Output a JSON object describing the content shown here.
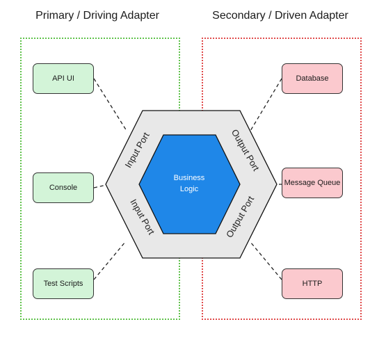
{
  "headings": {
    "primary": "Primary / Driving Adapter",
    "secondary": "Secondary / Driven Adapter"
  },
  "driving_adapters": [
    {
      "label": "API UI"
    },
    {
      "label": "Console"
    },
    {
      "label": "Test Scripts"
    }
  ],
  "driven_adapters": [
    {
      "label": "Database"
    },
    {
      "label": "Message Queue"
    },
    {
      "label": "HTTP"
    }
  ],
  "ports": {
    "input_top": "Input Port",
    "input_bottom": "Input Port",
    "output_top": "Output Port",
    "output_bottom": "Output Port"
  },
  "core": {
    "line1": "Business",
    "line2": "Logic"
  },
  "colors": {
    "driving_border": "#5fc24a",
    "driven_border": "#e04a4a",
    "driving_fill": "#d3f4d8",
    "driven_fill": "#fbc9ce",
    "port_ring": "#e8e8e8",
    "core_fill": "#1f87e8"
  }
}
